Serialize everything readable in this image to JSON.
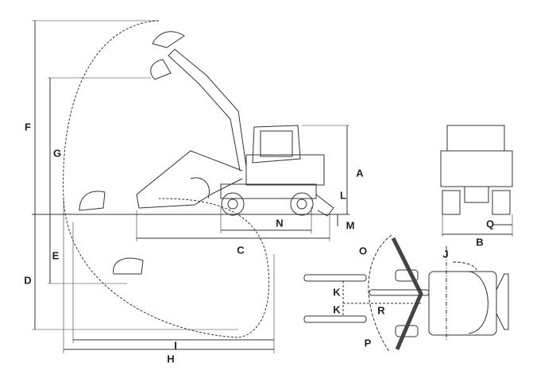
{
  "labels": {
    "A": "A",
    "B": "B",
    "C": "C",
    "D": "D",
    "E": "E",
    "F": "F",
    "G": "G",
    "H": "H",
    "I": "I",
    "J": "J",
    "K1": "K",
    "K2": "K",
    "L": "L",
    "M": "M",
    "N": "N",
    "O": "O",
    "P": "P",
    "Q": "Q",
    "R": "R"
  }
}
